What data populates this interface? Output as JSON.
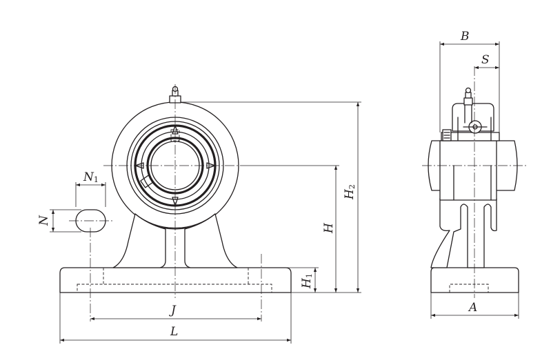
{
  "labels": {
    "N1_main": "N",
    "N1_sub": "1",
    "N": "N",
    "H": "H",
    "H1_main": "H",
    "H1_sub": "1",
    "H2_main": "H",
    "H2_sub": "2",
    "J": "J",
    "L": "L",
    "A": "A",
    "B": "B",
    "S": "S"
  },
  "colors": {
    "line": "#231f20",
    "background": "#ffffff"
  }
}
